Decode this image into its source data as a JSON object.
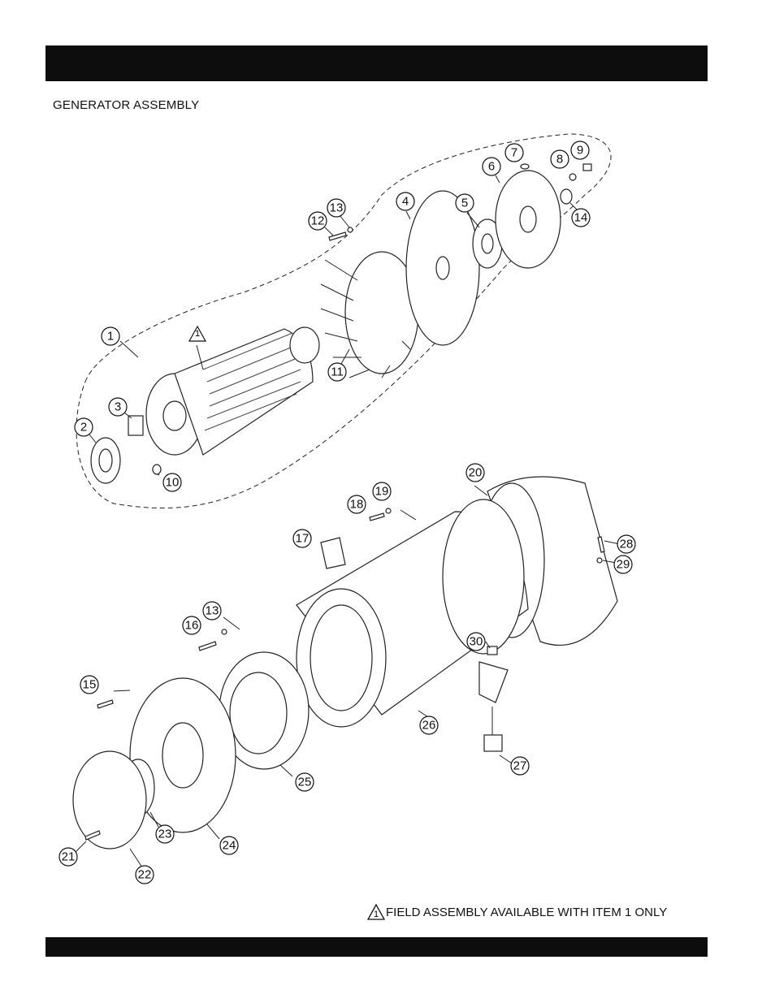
{
  "page": {
    "title": "GENERATOR ASSEMBLY",
    "footnote_marker": "1",
    "footnote": "FIELD ASSEMBLY AVAILABLE WITH ITEM 1 ONLY"
  },
  "callouts": [
    "1",
    "2",
    "3",
    "4",
    "5",
    "6",
    "7",
    "8",
    "9",
    "10",
    "11",
    "12",
    "13",
    "14",
    "13",
    "15",
    "16",
    "17",
    "18",
    "19",
    "20",
    "21",
    "22",
    "23",
    "24",
    "25",
    "26",
    "27",
    "28",
    "29",
    "30"
  ],
  "colors": {
    "bar": "#0d0d0d",
    "ink": "#111111"
  }
}
